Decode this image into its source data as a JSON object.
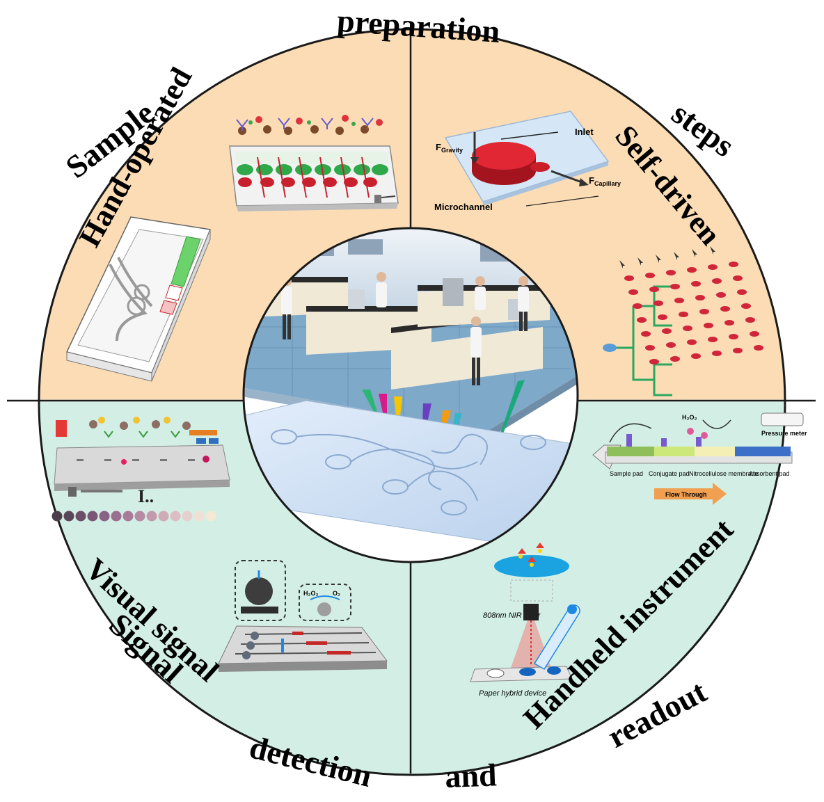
{
  "ring_labels": {
    "top_left_1": "Sample",
    "top_center": "preparation",
    "top_right_1": "steps",
    "hand_operated": "Hand-operated",
    "self_driven": "Self-driven",
    "visual_signal": "Visual signal",
    "signal": "Signal",
    "detection": "detection",
    "and": "and",
    "readout": "readout",
    "handheld": "Handheld instrument"
  },
  "selfdriven_panel": {
    "inlet": "Inlet",
    "f_gravity": "F",
    "f_gravity_sub": "Gravity",
    "f_capillary": "F",
    "f_capillary_sub": "Capillary",
    "microchannel": "Microchannel"
  },
  "lateral_flow_panel": {
    "h2o2": "H₂O₂",
    "pressure_meter": "Pressure meter",
    "sample_pad": "Sample pad",
    "conjugate_pad": "Conjugate pad",
    "nitrocellulose": "Nitrocellulose membrane",
    "absorbent_pad": "Absorbent pad",
    "flow_through": "Flow Through"
  },
  "visual_panel": {
    "h2o2": "H₂O₂",
    "o2": "O₂"
  },
  "handheld_panel": {
    "laser": "808nm NIR laser",
    "device": "Paper hybrid device"
  },
  "colors": {
    "top_quadrant": "#fbdcb5",
    "bottom_quadrant": "#d3efe5",
    "ring_line": "#1a1a1a",
    "lab_floor": "#7fa9c9",
    "chip": "#cfe0f2"
  }
}
